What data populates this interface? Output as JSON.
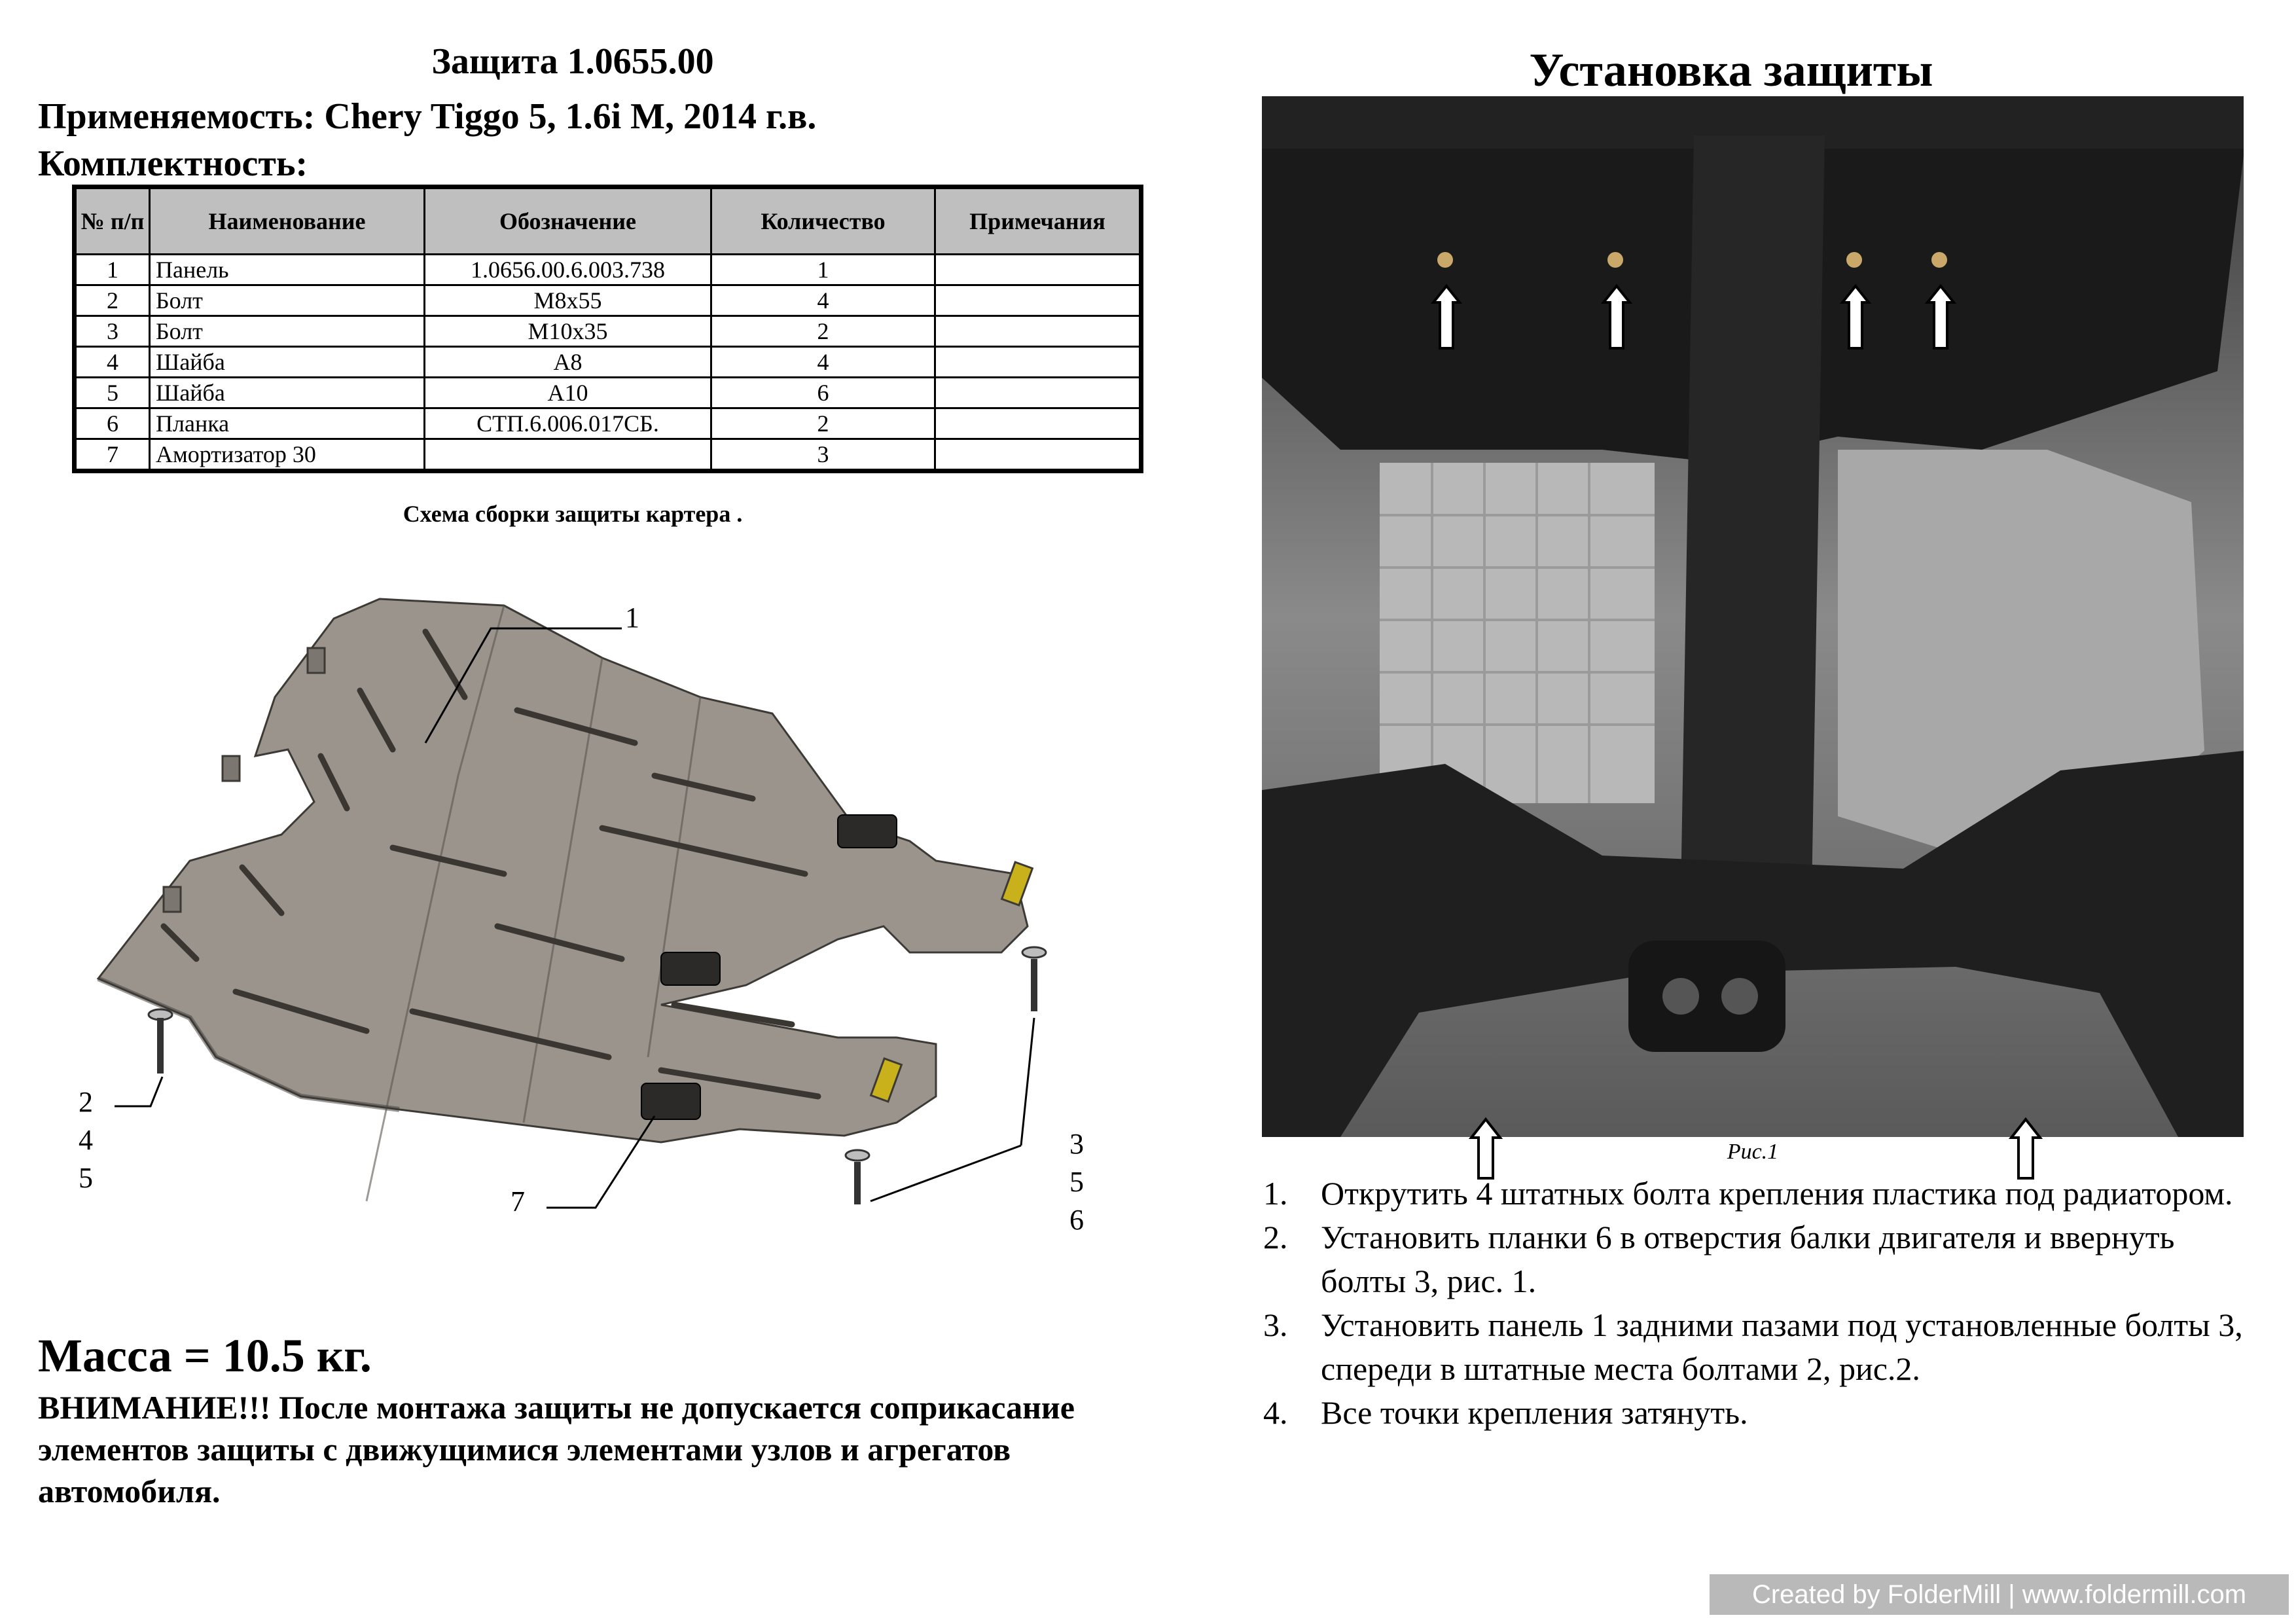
{
  "header": {
    "title": "Защита 1.0655.00",
    "applicability": "Применяемость:  Chery Tiggo 5, 1.6i  M, 2014 г.в.",
    "kit_label": "Комплектность:"
  },
  "parts_table": {
    "columns": [
      "№ п/п",
      "Наименование",
      "Обозначение",
      "Количество",
      "Примечания"
    ],
    "rows": [
      [
        "1",
        "Панель",
        "1.0656.00.6.003.738",
        "1",
        ""
      ],
      [
        "2",
        "Болт",
        "М8х55",
        "4",
        ""
      ],
      [
        "3",
        "Болт",
        "М10х35",
        "2",
        ""
      ],
      [
        "4",
        "Шайба",
        "А8",
        "4",
        ""
      ],
      [
        "5",
        "Шайба",
        "А10",
        "6",
        ""
      ],
      [
        "6",
        "Планка",
        "СТП.6.006.017СБ.",
        "2",
        ""
      ],
      [
        "7",
        "Амортизатор 30",
        "",
        "3",
        ""
      ]
    ]
  },
  "scheme": {
    "caption": "Схема сборки защиты картера .",
    "callouts": {
      "c1": "1",
      "c2": "2",
      "c4": "4",
      "c5a": "5",
      "c3": "3",
      "c5b": "5",
      "c6": "6",
      "c7": "7"
    }
  },
  "mass": "Масса = 10.5 кг.",
  "warning": "ВНИМАНИЕ!!! После монтажа защиты не допускается соприкасание элементов защиты с движущимися элементами узлов и агрегатов автомобиля.",
  "install": {
    "title": "Установка защиты",
    "photo_caption": "Рис.1",
    "steps": [
      {
        "num": "1.",
        "text": "Открутить 4 штатных болта крепления пластика под радиатором."
      },
      {
        "num": "2.",
        "text": "Установить планки 6 в отверстия балки двигателя и ввернуть болты 3, рис. 1."
      },
      {
        "num": "3.",
        "text": "Установить панель 1 задними пазами под установленные болты 3, спереди в штатные места болтами 2, рис.2."
      },
      {
        "num": "4.",
        "text": "Все точки крепления затянуть."
      }
    ]
  },
  "watermark": "Created by FolderMill | www.foldermill.com"
}
